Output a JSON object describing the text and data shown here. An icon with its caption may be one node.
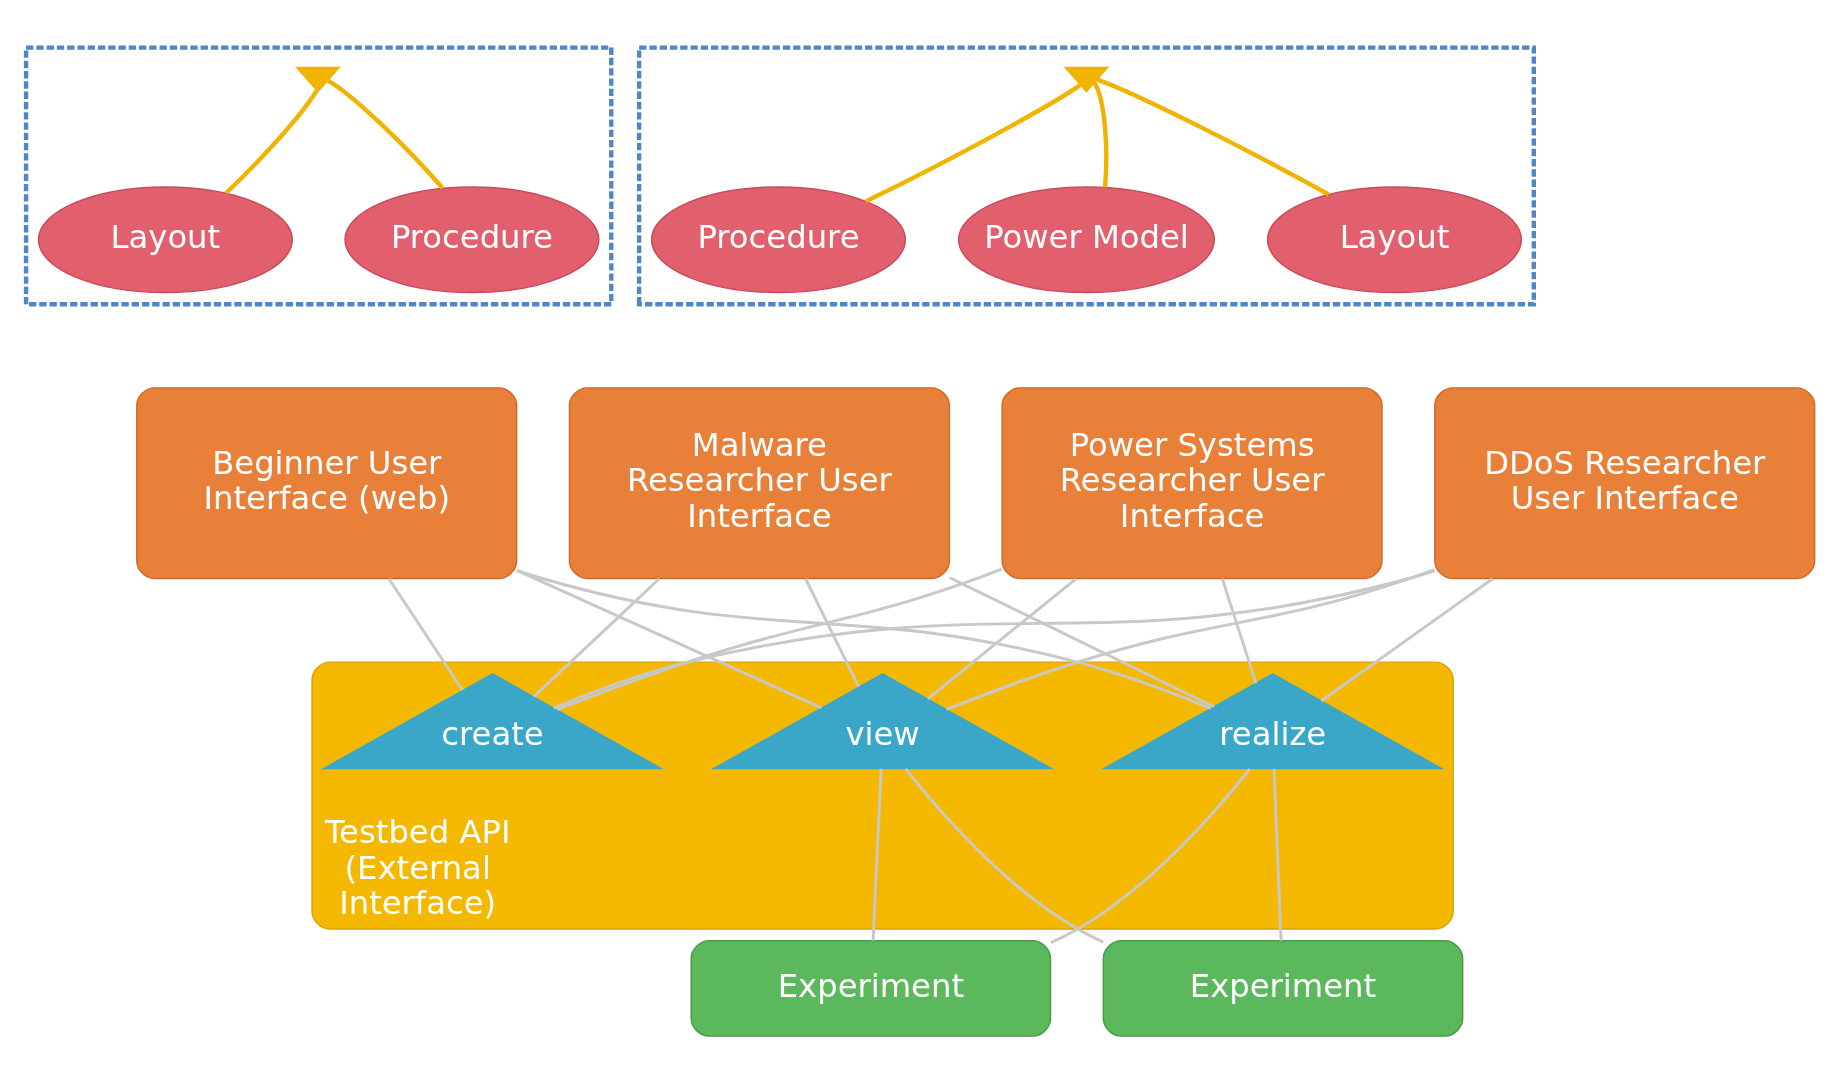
{
  "diagram": {
    "nodes": [
      {
        "text": [],
        "shape": "box"
      },
      {
        "text": [
          "Layout"
        ],
        "in": 0
      },
      {
        "text": [
          "Procedure"
        ],
        "in": 0
      },
      {
        "text": [],
        "shape": "triangle",
        "in": 0
      },
      {
        "text": [],
        "shape": "box"
      },
      {
        "text": [
          "Layout"
        ],
        "in": 4
      },
      {
        "text": [
          "Procedure"
        ],
        "in": 4
      },
      {
        "text": [
          "Power Model"
        ],
        "in": 4
      },
      {
        "text": [],
        "shape": "triangle",
        "in": 4
      },
      {
        "text": [
          "Beginner User Interface (web)"
        ]
      },
      {
        "text": [
          "Malware Researcher User Interface"
        ]
      },
      {
        "text": [
          "Power Systems Researcher User Interface"
        ]
      },
      {
        "text": [
          "DDoS Researcher User Interface"
        ]
      },
      {
        "text": [
          "Testbed API (External Interface)"
        ]
      },
      {
        "text": [
          "create"
        ],
        "in": 13
      },
      {
        "text": [
          "view"
        ],
        "in": 13
      },
      {
        "text": [
          "realize"
        ],
        "in": 13
      },
      {
        "text": [
          "Experiment"
        ]
      },
      {
        "text": [
          "Experiment"
        ]
      }
    ],
    "edges": [
      {
        "from": 1,
        "to": 3,
        "arrow": "none",
        "color": "#f0b400"
      },
      {
        "from": 2,
        "to": 3,
        "arrow": "none",
        "color": "#f0b400"
      },
      {
        "from": 5,
        "to": 8,
        "arrow": "none",
        "color": "#f0b400"
      },
      {
        "from": 6,
        "to": 8,
        "arrow": "none",
        "color": "#f0b400"
      },
      {
        "from": 7,
        "to": 8,
        "arrow": "none",
        "color": "#f0b400"
      },
      {
        "from": 9,
        "to": 14,
        "arrow": "none"
      },
      {
        "from": 9,
        "to": 15,
        "arrow": "none"
      },
      {
        "from": 9,
        "to": 16,
        "arrow": "none"
      },
      {
        "from": 10,
        "to": 14,
        "arrow": "none"
      },
      {
        "from": 10,
        "to": 15,
        "arrow": "none"
      },
      {
        "from": 10,
        "to": 16,
        "arrow": "none"
      },
      {
        "from": 11,
        "to": 14,
        "arrow": "none"
      },
      {
        "from": 11,
        "to": 15,
        "arrow": "none"
      },
      {
        "from": 11,
        "to": 16,
        "arrow": "none"
      },
      {
        "from": 12,
        "to": 14,
        "arrow": "none"
      },
      {
        "from": 12,
        "to": 15,
        "arrow": "none"
      },
      {
        "from": 12,
        "to": 16,
        "arrow": "none"
      },
      {
        "from": 15,
        "to": 17,
        "arrow": "none"
      },
      {
        "from": 16,
        "to": 17,
        "arrow": "none"
      },
      {
        "from": 15,
        "to": 18,
        "arrow": "none"
      },
      {
        "from": 16,
        "to": 18,
        "arrow": "none"
      }
    ]
  }
}
